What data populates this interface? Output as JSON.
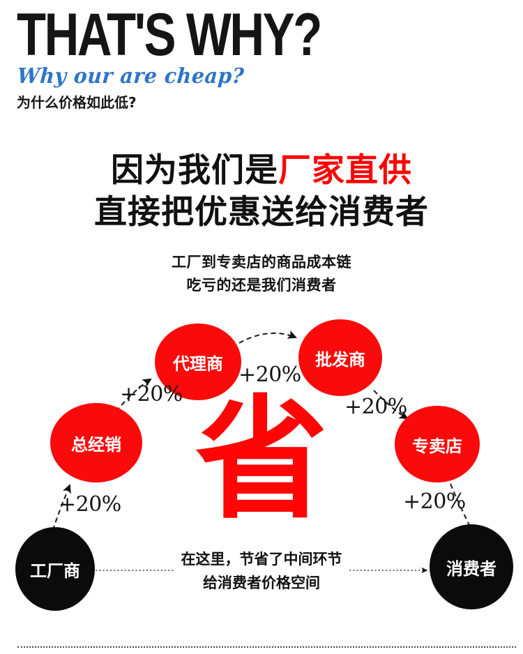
{
  "header": {
    "title_en": "THAT'S WHY?",
    "title_script": "Why our are cheap?",
    "title_cn": "为什么价格如此低?"
  },
  "headline": {
    "line1_black": "因为我们是",
    "line1_red": "厂家直供",
    "line2": "直接把优惠送给消费者",
    "sub1": "工厂到专卖店的商品成本链",
    "sub2": "吃亏的还是我们消费者"
  },
  "diagram": {
    "big_save_char": "省",
    "nodes": [
      {
        "id": "zongjingxiao",
        "label": "总经销",
        "color": "#FA0A0A",
        "kind": "red"
      },
      {
        "id": "dailishang",
        "label": "代理商",
        "color": "#FA0A0A",
        "kind": "red"
      },
      {
        "id": "pifashang",
        "label": "批发商",
        "color": "#FA0A0A",
        "kind": "red"
      },
      {
        "id": "zhuanmaidian",
        "label": "专卖店",
        "color": "#FA0A0A",
        "kind": "red"
      },
      {
        "id": "gongchang",
        "label": "工厂商",
        "color": "#0B0B0B",
        "kind": "black"
      },
      {
        "id": "xiaofeizhe",
        "label": "消费者",
        "color": "#0B0B0B",
        "kind": "black"
      }
    ],
    "markups": [
      {
        "id": "markup-1",
        "label": "+20%",
        "from": "工厂商",
        "to": "总经销"
      },
      {
        "id": "markup-2",
        "label": "+20%",
        "from": "总经销",
        "to": "代理商"
      },
      {
        "id": "markup-3",
        "label": "+20%",
        "from": "代理商",
        "to": "批发商"
      },
      {
        "id": "markup-4",
        "label": "+20%",
        "from": "批发商",
        "to": "专卖店"
      },
      {
        "id": "markup-5",
        "label": "+20%",
        "from": "专卖店",
        "to": "消费者"
      }
    ],
    "center_note_line1": "在这里，节省了中间环节",
    "center_note_line2": "给消费者价格空间"
  },
  "colors": {
    "red": "#FF0000",
    "node_red": "#FA0A0A",
    "black": "#0B0B0B",
    "blue": "#2E75C8",
    "background": "#FFFFFF"
  }
}
